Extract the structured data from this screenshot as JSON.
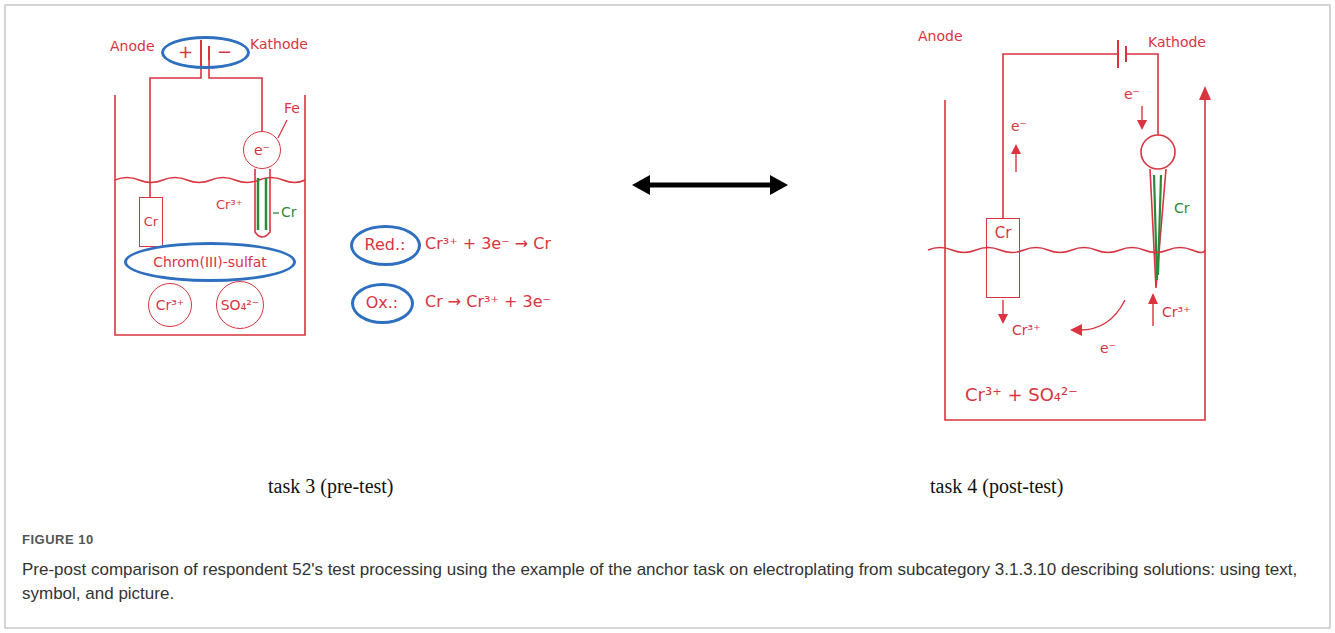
{
  "diagram": {
    "title": "FIGURE 10",
    "caption": "Pre-post comparison of respondent 52's test processing using the example of the anchor task on electroplating from subcategory 3.1.3.10 describing solutions: using text, symbol, and picture.",
    "nodes": [
      {
        "text": [
          "task 3 (pre-test)"
        ]
      },
      {
        "text": [
          "task 4 (post-test)"
        ]
      },
      {
        "text": [
          "+",
          "−"
        ],
        "in": 0
      },
      {
        "text": [
          "Cr"
        ],
        "in": 0
      },
      {
        "text": [
          "e⁻"
        ],
        "in": 0
      },
      {
        "text": [
          "Chrom(III)-sulfat"
        ],
        "in": 0
      },
      {
        "text": [
          "Cr³⁺"
        ],
        "in": 0
      },
      {
        "text": [
          "SO₄²⁻"
        ],
        "in": 0
      },
      {
        "text": [
          "Red.:"
        ],
        "in": 0
      },
      {
        "text": [
          "Ox.:"
        ],
        "in": 0
      },
      {
        "text": [
          "Cr"
        ],
        "in": 1
      }
    ],
    "edges": [
      {
        "from": 0,
        "to": 1,
        "arrow": "both"
      }
    ],
    "labels": [
      "Anode",
      "Kathode",
      "Fe",
      "Cr³⁺",
      "Cr",
      "Cr³⁺ + 3e⁻ → Cr",
      "Cr → Cr³⁺ + 3e⁻",
      "Anode",
      "Kathode",
      "e⁻",
      "e⁻",
      "Cr",
      "Cr³⁺",
      "Cr³⁺",
      "e⁻",
      "Cr³⁺ + SO₄²⁻"
    ]
  }
}
